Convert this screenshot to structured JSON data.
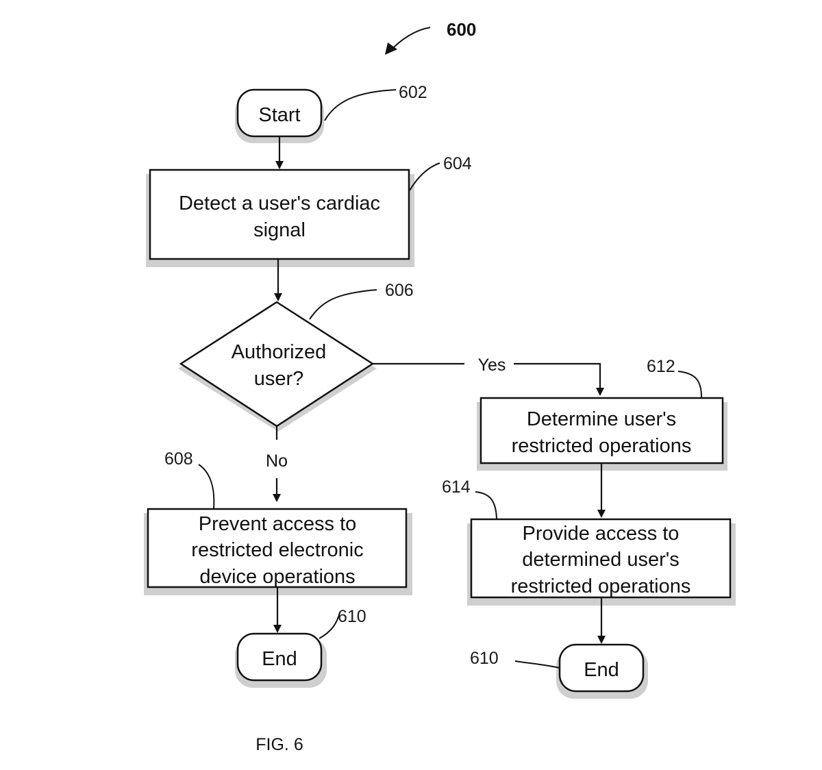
{
  "figure": {
    "ref_number": "600",
    "caption": "FIG. 6"
  },
  "nodes": {
    "start": {
      "label": "Start",
      "ref": "602"
    },
    "detect": {
      "line1": "Detect a user's cardiac",
      "line2": "signal",
      "ref": "604"
    },
    "decision": {
      "line1": "Authorized",
      "line2": "user?",
      "ref": "606"
    },
    "prevent": {
      "line1": "Prevent access to",
      "line2": "restricted electronic",
      "line3": "device operations",
      "ref": "608"
    },
    "end_left": {
      "label": "End",
      "ref": "610"
    },
    "determine": {
      "line1": "Determine user's",
      "line2": "restricted operations",
      "ref": "612"
    },
    "provide": {
      "line1": "Provide access to",
      "line2": "determined user's",
      "line3": "restricted operations",
      "ref": "614"
    },
    "end_right": {
      "label": "End",
      "ref": "610"
    }
  },
  "edges": {
    "yes_label": "Yes",
    "no_label": "No"
  }
}
